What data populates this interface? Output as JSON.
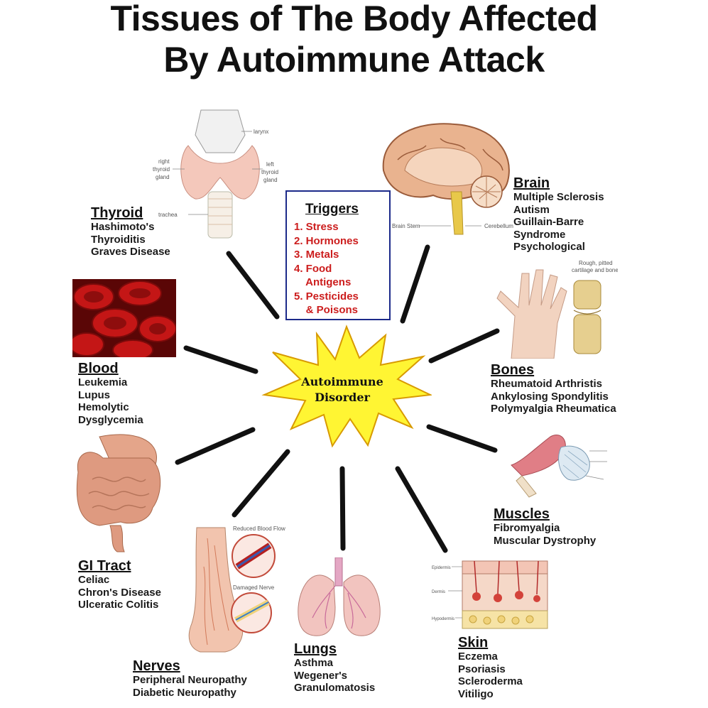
{
  "title": {
    "line1": "Tissues of The Body Affected",
    "line2": "By Autoimmune Attack"
  },
  "center": {
    "line1": "Autoimmune",
    "line2": "Disorder"
  },
  "triggers": {
    "heading": "Triggers",
    "items": [
      "1. Stress",
      "2. Hormones",
      "3. Metals",
      "4. Food",
      "    Antigens",
      "5. Pesticides",
      "    & Poisons"
    ]
  },
  "groups": {
    "thyroid": {
      "heading": "Thyroid",
      "items": [
        "Hashimoto's",
        "Thyroiditis",
        "Graves Disease"
      ]
    },
    "brain": {
      "heading": "Brain",
      "items": [
        "Multiple Sclerosis",
        "Autism",
        "Guillain-Barre",
        "Syndrome",
        "Psychological"
      ]
    },
    "blood": {
      "heading": "Blood",
      "items": [
        "Leukemia",
        "Lupus",
        "Hemolytic",
        "Dysglycemia"
      ]
    },
    "bones": {
      "heading": "Bones",
      "items": [
        "Rheumatoid Arthristis",
        "Ankylosing Spondylitis",
        "Polymyalgia Rheumatica"
      ]
    },
    "gi": {
      "heading": "GI Tract",
      "items": [
        "Celiac",
        "Chron's Disease",
        "Ulceratic Colitis"
      ]
    },
    "muscles": {
      "heading": "Muscles",
      "items": [
        "Fibromyalgia",
        "Muscular Dystrophy"
      ]
    },
    "nerves": {
      "heading": "Nerves",
      "items": [
        "Peripheral Neuropathy",
        "Diabetic Neuropathy"
      ]
    },
    "lungs": {
      "heading": "Lungs",
      "items": [
        "Asthma",
        "Wegener's",
        "Granulomatosis"
      ]
    },
    "skin": {
      "heading": "Skin",
      "items": [
        "Eczema",
        "Psoriasis",
        "Scleroderma",
        "Vitiligo"
      ]
    }
  },
  "illustration_labels": {
    "thyroid": {
      "larynx": "larynx",
      "right": "right",
      "thyroid_r": "thyroid",
      "gland_r": "gland",
      "left": "left",
      "thyroid_l": "thyroid",
      "gland_l": "gland",
      "trachea": "trachea"
    },
    "brain": {
      "stem": "Brain Stem",
      "cerebellum": "Cerebellum"
    },
    "bones": {
      "line1": "Rough, pitted",
      "line2": "cartilage and bone"
    },
    "nerves": {
      "flow": "Reduced Blood Flow",
      "damaged": "Damaged Nerve"
    },
    "skin": {
      "epidermis": "Epidermis",
      "dermis": "Dermis",
      "hypodermis": "Hypodermis"
    }
  },
  "colors": {
    "star_fill": "#fff533",
    "star_stroke": "#d89a00",
    "trigger_text": "#cc1d1d",
    "trigger_border": "#1c2a8a"
  }
}
